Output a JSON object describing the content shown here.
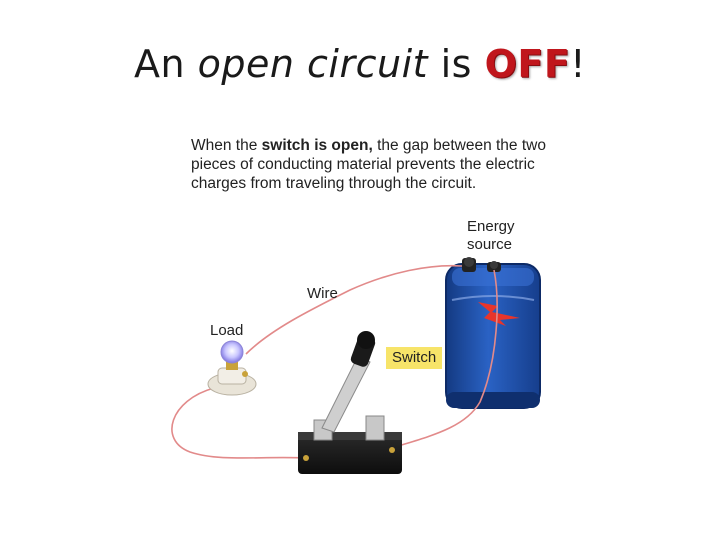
{
  "title": {
    "part1": "An ",
    "part2": "open circuit",
    "part3": " is ",
    "part4": "OFF",
    "part5": "!"
  },
  "caption": {
    "pre": "When the ",
    "bold": "switch is open,",
    "post": " the gap between the two pieces of conducting material prevents the electric charges from traveling through the circuit."
  },
  "labels": {
    "energy_line1": "Energy",
    "energy_line2": "source",
    "wire": "Wire",
    "load": "Load",
    "switch": "Switch"
  },
  "colors": {
    "off_text": "#c0161c",
    "wire": "#e28a8a",
    "battery": "#1f4fa8",
    "switch_label_bg": "#f7e469",
    "spark": "#e8352b"
  }
}
